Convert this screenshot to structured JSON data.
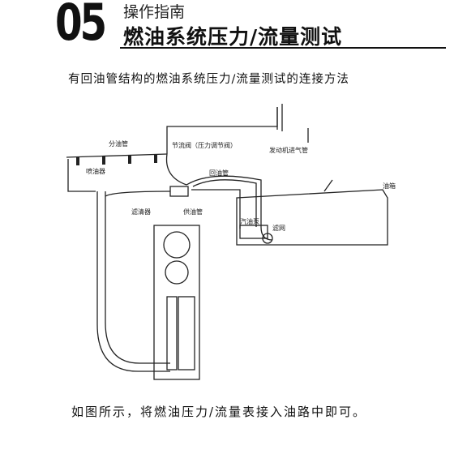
{
  "header": {
    "section_number": "05",
    "section_label": "操作指南",
    "section_title": "燃油系统压力/流量测试"
  },
  "intro_text": "有回油管结构的燃油系统压力/流量测试的连接方法",
  "diagram": {
    "labels": {
      "fuel_rail": "分油管",
      "injector": "喷油器",
      "throttle_valve": "节流阀（压力调节阀）",
      "engine_intake": "发动机进气管",
      "return_line": "回油管",
      "fuel_tank": "油箱",
      "fuel_filter": "滤清器",
      "supply_line": "供油管",
      "fuel_pump": "汽油泵",
      "strainer": "滤网"
    }
  },
  "conclusion_text": "如图所示，将燃油压力/流量表接入油路中即可。"
}
